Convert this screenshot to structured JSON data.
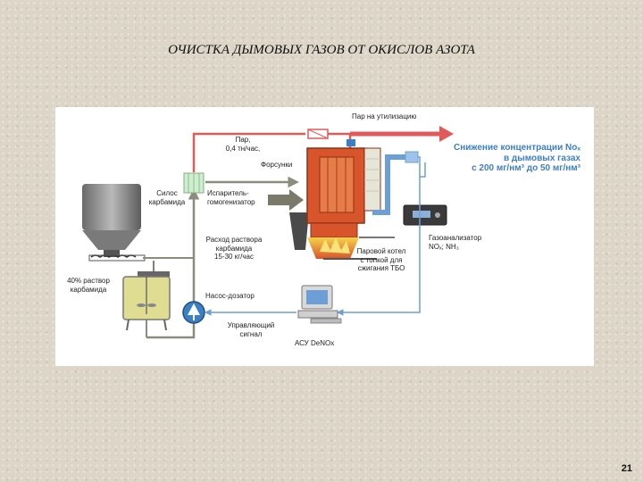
{
  "slide": {
    "title": "ОЧИСТКА ДЫМОВЫХ ГАЗОВ ОТ ОКИСЛОВ АЗОТА",
    "page_number": "21"
  },
  "diagram": {
    "steam_to_utilization": "Пар на утилизацию",
    "steam_rate": "Пар,\n0,4 тн/час,",
    "nozzles": "Форсунки",
    "evaporator": "Испаритель-\nгомогенизатор",
    "urea_silo": "Силос\nкарбамида",
    "urea_flow": "Расход раствора\nкарбамида\n15-30 кг/час",
    "urea_solution": "40% раствор\nкарбамида",
    "dosing_pump": "Насос-дозатор",
    "control_signal": "Управляющий\nсигнал",
    "acs": "АСУ DeNOx",
    "boiler": "Паровой котел\nс топкой для\nсжигания ТБО",
    "gas_analyzer": "Газоанализатор\nNOₓ; NH₃",
    "reduction": "Снижение концентрации Noₓ\nв дымовых газах\nс 200 мг/нм³ до 50 мг/нм³"
  },
  "colors": {
    "steam_line": "#e05a5a",
    "solution_line": "#8c8c7c",
    "signal_line": "#6c9fd6",
    "highlight_text": "#3d7fc4",
    "furnace": "#d8542a"
  },
  "icons": [
    "urea-silo-icon",
    "mixing-tank-icon",
    "pump-icon",
    "evaporator-icon",
    "boiler-icon",
    "gas-analyzer-icon",
    "computer-icon"
  ]
}
